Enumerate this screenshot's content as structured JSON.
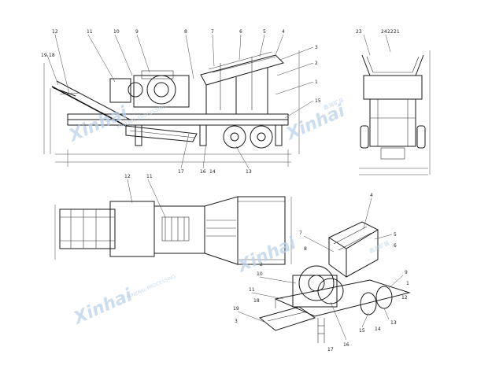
{
  "watermark": {
    "brand": "Xinhai",
    "sub": "MINERAL PROCESSING",
    "cn": "鑫海矿装"
  },
  "views": {
    "side": {
      "callouts": [
        "12",
        "11",
        "10",
        "9",
        "8",
        "7",
        "6",
        "5",
        "4",
        "3",
        "2",
        "1",
        "19",
        "18",
        "17",
        "16",
        "14",
        "13",
        "15"
      ]
    },
    "end": {
      "callouts": [
        "23",
        "24",
        "22",
        "21"
      ]
    },
    "plan": {
      "callouts": [
        "12",
        "11"
      ]
    },
    "iso": {
      "callouts": [
        "4",
        "5",
        "6",
        "7",
        "8",
        "9",
        "10",
        "11",
        "12",
        "13",
        "14",
        "15",
        "16",
        "17",
        "18",
        "19",
        "3",
        "2",
        "1"
      ]
    }
  }
}
